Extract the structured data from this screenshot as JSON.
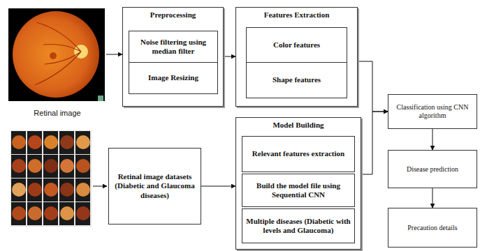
{
  "diagram": {
    "nodes": [
      {
        "text": [
          "Retinal image"
        ]
      },
      {
        "text": [
          "Preprocessing"
        ]
      },
      {
        "text": [
          "Noise filtering using median filter"
        ],
        "in": 1
      },
      {
        "text": [
          "Image Resizing"
        ],
        "in": 1
      },
      {
        "text": [
          "Features Extraction"
        ]
      },
      {
        "text": [
          "Color features"
        ],
        "in": 4
      },
      {
        "text": [
          "Shape features"
        ],
        "in": 4
      },
      {
        "text": [
          "Classification using CNN algorithm"
        ]
      },
      {
        "text": [
          "Retinal image datasets (Diabetic and Glaucoma diseases)"
        ]
      },
      {
        "text": [
          "Model Building"
        ]
      },
      {
        "text": [
          "Relevant features extraction"
        ],
        "in": 9
      },
      {
        "text": [
          "Build the model file using Sequential CNN"
        ],
        "in": 9
      },
      {
        "text": [
          "Multiple diseases (Diabetic with levels and Glaucoma)"
        ],
        "in": 9
      },
      {
        "text": [
          "Disease prediction"
        ]
      },
      {
        "text": [
          "Precaution details"
        ]
      }
    ],
    "edges": [
      {
        "from": 0,
        "to": 1,
        "arrow": "to"
      },
      {
        "from": 1,
        "to": 4,
        "arrow": "to"
      },
      {
        "from": 4,
        "to": 7,
        "arrow": "to"
      },
      {
        "from": 8,
        "to": 9,
        "arrow": "to"
      },
      {
        "from": 9,
        "to": 7,
        "arrow": "to"
      },
      {
        "from": 7,
        "to": 13,
        "arrow": "to"
      },
      {
        "from": 13,
        "to": 14,
        "arrow": "to"
      }
    ]
  }
}
